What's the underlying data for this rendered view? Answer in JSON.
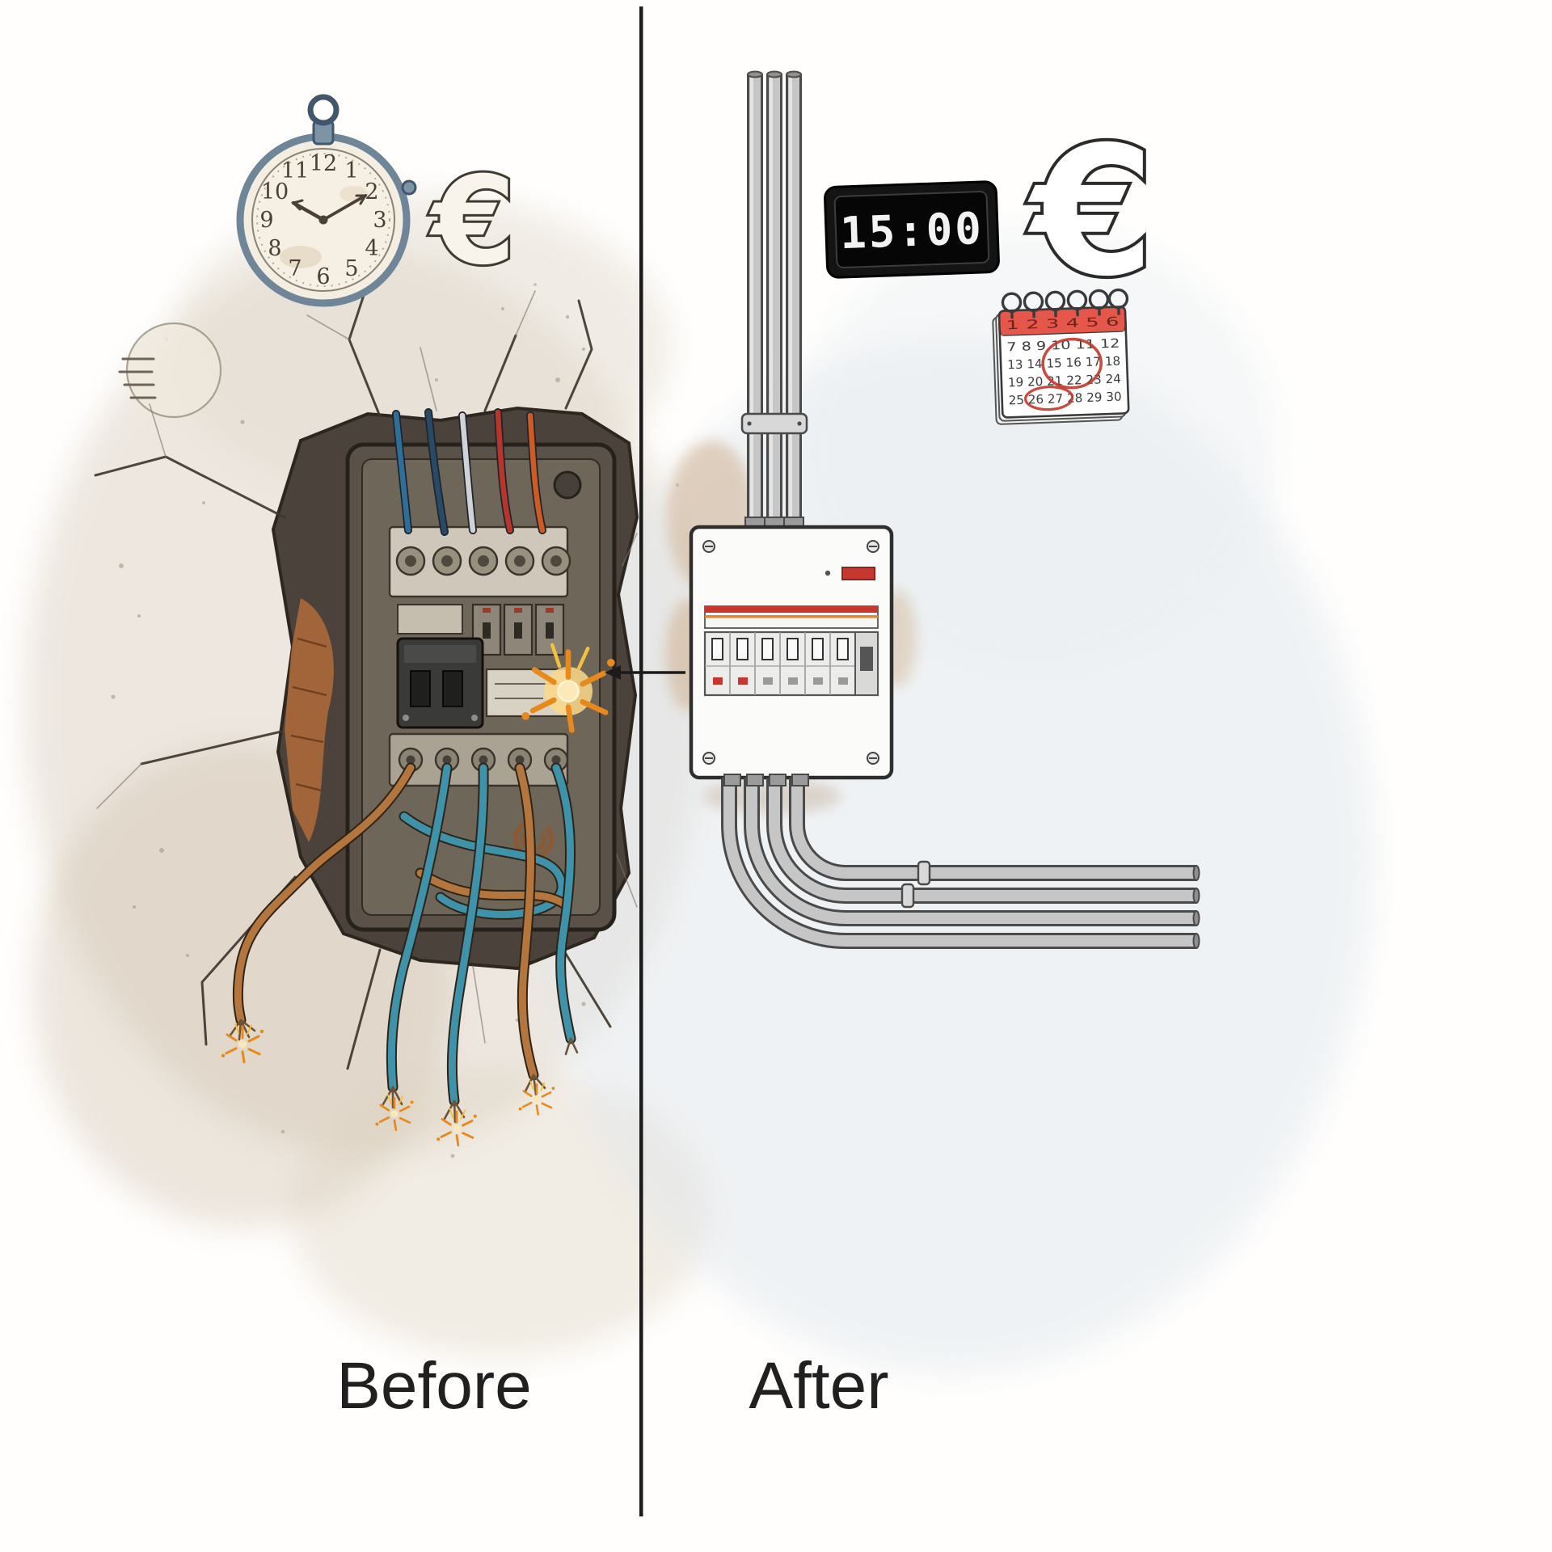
{
  "panels": {
    "before": {
      "label": "Before",
      "euro_symbol": "€",
      "pocket_watch": {
        "numerals": [
          "12",
          "1",
          "2",
          "3",
          "4",
          "5",
          "6",
          "7",
          "8",
          "9",
          "10",
          "11"
        ]
      }
    },
    "after": {
      "label": "After",
      "euro_symbol": "€",
      "digital_clock": {
        "time": "15:00"
      },
      "calendar": {
        "header_row": "1 2 3 4 5 6",
        "rows": [
          "7 8 9 10 11 12",
          "13 14 15 16 17 18",
          "19 20 21 22 23 24",
          "25 26 27 28 29 30"
        ]
      }
    }
  },
  "icons": {
    "euro": "€",
    "pocket_watch": "analog pocket watch showing ten past ten",
    "digital_clock": "digital clock",
    "calendar": "wall calendar with circled dates",
    "spark": "electrical spark",
    "arrow_left": "arrow pointing left"
  },
  "colors": {
    "accent_red": "#c8372d",
    "calendar_red": "#e4574a",
    "spark_orange": "#e8891c",
    "wire_teal": "#3e93aa",
    "wire_copper": "#b4763c",
    "conduit_gray": "#c6c6c6",
    "wall_dark": "#4b433b",
    "ink": "#1f1f1f"
  }
}
